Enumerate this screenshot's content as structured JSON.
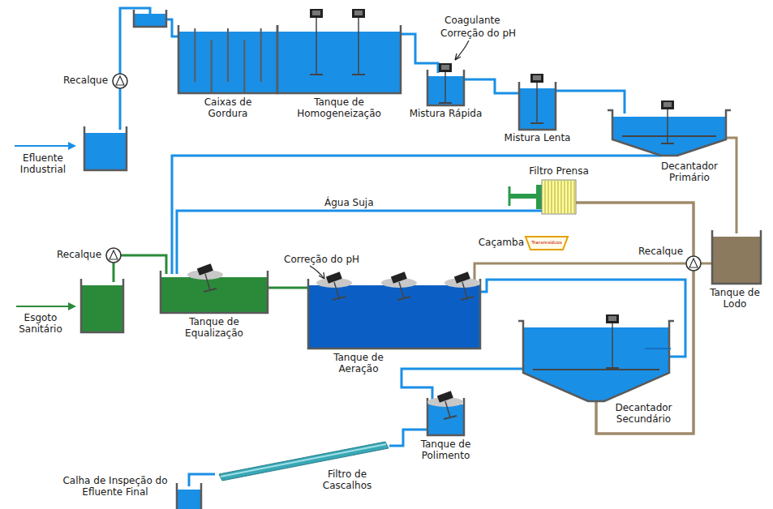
{
  "diagram": {
    "nodes": [
      {
        "text": [
          "Efluente Industrial"
        ]
      },
      {
        "text": [
          "Caixas de Gordura"
        ]
      },
      {
        "text": [
          "Tanque de Homogeneização"
        ]
      },
      {
        "text": [
          "Mistura Rápida"
        ]
      },
      {
        "text": [
          "Mistura Lenta"
        ]
      },
      {
        "text": [
          "Decantador Primário"
        ]
      },
      {
        "text": [
          "Filtro Prensa"
        ]
      },
      {
        "text": [
          "Caçamba",
          "Transresíduos"
        ]
      },
      {
        "text": [
          "Tanque de Lodo"
        ]
      },
      {
        "text": [
          "Esgoto Sanitário"
        ]
      },
      {
        "text": [
          "Tanque de Equalização"
        ]
      },
      {
        "text": [
          "Tanque de Aeração"
        ]
      },
      {
        "text": [
          "Decantador Secundário"
        ]
      },
      {
        "text": [
          "Tanque de Polimento"
        ]
      },
      {
        "text": [
          "Filtro de Cascalhos"
        ]
      },
      {
        "text": [
          "Calha de Inspeção do Efluente Final"
        ]
      }
    ],
    "edges": [
      {
        "from": 0,
        "to": 1,
        "arrow": "none"
      },
      {
        "from": 2,
        "to": 3,
        "arrow": "none"
      },
      {
        "from": 3,
        "to": 4,
        "arrow": "none"
      },
      {
        "from": 4,
        "to": 5,
        "arrow": "none"
      },
      {
        "from": 5,
        "to": 8,
        "arrow": "none"
      },
      {
        "from": 5,
        "to": 10,
        "arrow": "none"
      },
      {
        "from": 6,
        "to": 10,
        "label": "Água Suja",
        "arrow": "none"
      },
      {
        "from": 8,
        "to": 6,
        "arrow": "none"
      },
      {
        "from": 12,
        "to": 11,
        "arrow": "none"
      },
      {
        "from": 12,
        "to": 6,
        "arrow": "none"
      },
      {
        "from": 9,
        "to": 10,
        "arrow": "none"
      },
      {
        "from": 10,
        "to": 11,
        "arrow": "none"
      },
      {
        "from": 11,
        "to": 12,
        "arrow": "none"
      },
      {
        "from": 12,
        "to": 13,
        "arrow": "none"
      },
      {
        "from": 13,
        "to": 14,
        "arrow": "none"
      },
      {
        "from": 14,
        "to": 15,
        "arrow": "none"
      }
    ],
    "labels": [
      "Recalque",
      "Coagulante",
      "Correção do pH",
      "Recalque",
      "Correção do pH",
      "Recalque"
    ]
  }
}
